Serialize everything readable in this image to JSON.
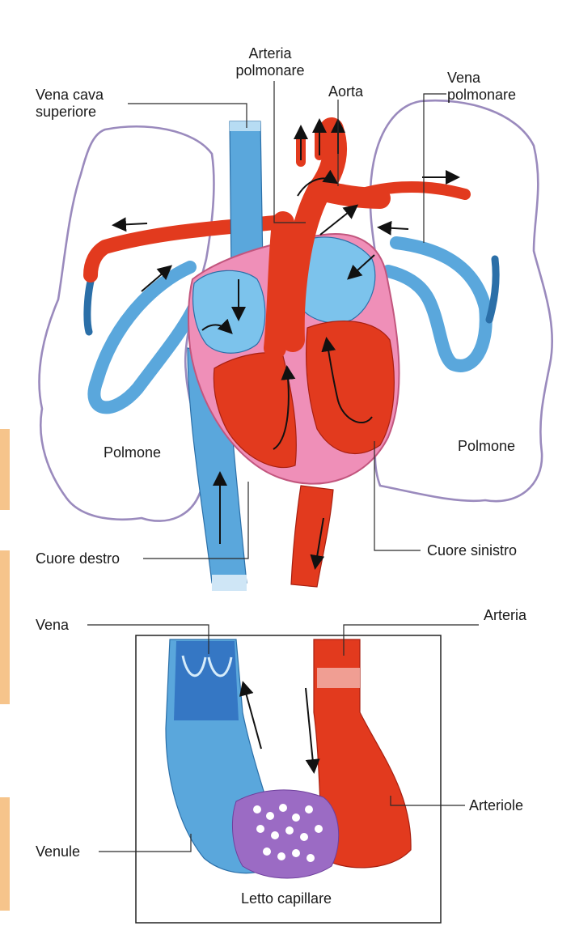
{
  "heart": {
    "labels": {
      "vena_cava_superiore": [
        "Vena cava",
        "superiore"
      ],
      "arteria_polmonare": [
        "Arteria",
        "polmonare"
      ],
      "aorta": "Aorta",
      "vena_polmonare": [
        "Vena",
        "polmonare"
      ],
      "polmone_left": "Polmone",
      "polmone_right": "Polmone",
      "cuore_destro": "Cuore destro",
      "cuore_sinistro": "Cuore sinistro"
    }
  },
  "capillary": {
    "labels": {
      "vena": "Vena",
      "arteria": "Arteria",
      "arteriole": "Arteriole",
      "venule": "Venule",
      "letto_capillare": "Letto capillare"
    }
  },
  "colors": {
    "oxygenated": "#e23a1e",
    "deoxygenated": "#5aa7dc",
    "lung_outline": "#9a8abd",
    "heart_tissue": "#ef8fb8",
    "capillary": "#9b6bc4"
  }
}
